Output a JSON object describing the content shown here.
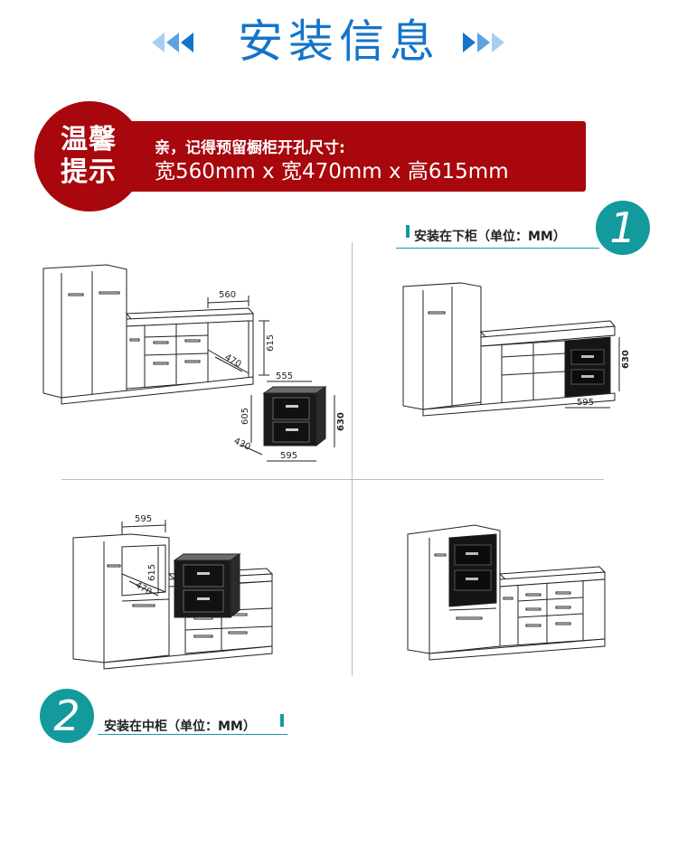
{
  "header": {
    "title": "安装信息"
  },
  "tip": {
    "badge": "温馨\n提示",
    "line1": "亲，记得预留橱柜开孔尺寸:",
    "line2": "宽560mm x 宽470mm x 高615mm"
  },
  "section1": {
    "number": "1",
    "label": "安装在下柜（单位：MM）"
  },
  "section2": {
    "number": "2",
    "label": "安装在中柜（单位：MM）"
  },
  "diagrams": {
    "d1": {
      "width": "560",
      "height": "615",
      "depth": "470"
    },
    "d2": {
      "width": "555",
      "height": "630",
      "depth": "430",
      "depth2": "605",
      "bottom": "595"
    },
    "d3": {
      "height": "630",
      "bottom": "595"
    },
    "d4": {
      "width": "595",
      "height": "615",
      "depth": "470"
    }
  },
  "colors": {
    "accent_blue": "#1574c9",
    "banner_red": "#a8070d",
    "teal": "#139a9d"
  }
}
